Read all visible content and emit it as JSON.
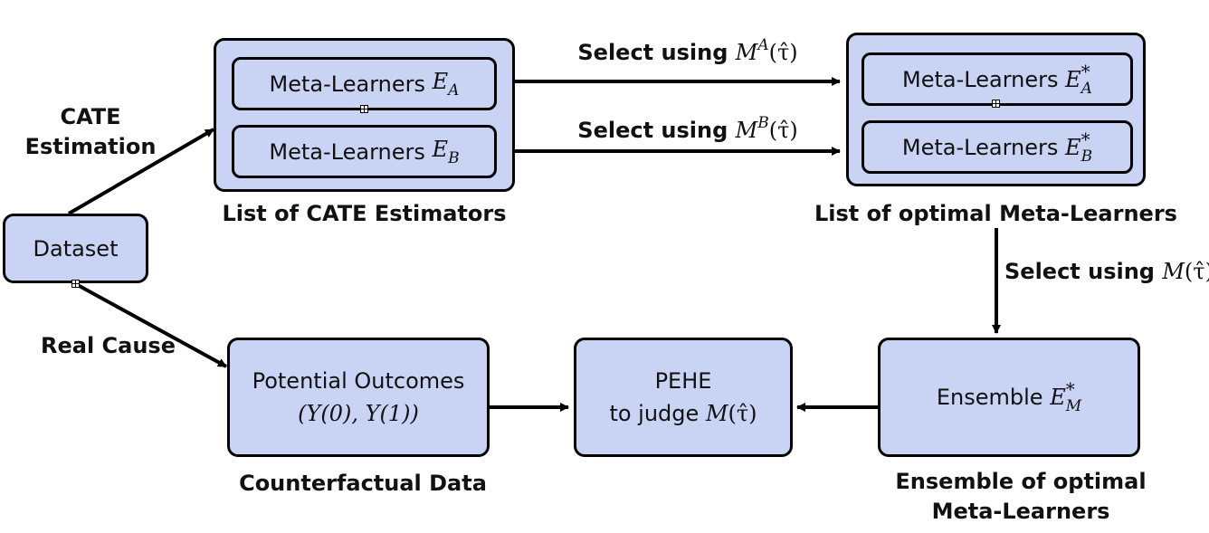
{
  "nodes": {
    "dataset": "Dataset",
    "estimators": {
      "a": "Meta-Learners",
      "b": "Meta-Learners",
      "label": "List of CATE Estimators"
    },
    "optimal": {
      "a": "Meta-Learners",
      "b": "Meta-Learners",
      "label": "List of optimal Meta-Learners"
    },
    "potential": {
      "line1": "Potential Outcomes",
      "line2": "(Y(0), Y(1))",
      "label": "Counterfactual Data"
    },
    "pehe": {
      "line1": "PEHE",
      "line2": "to judge"
    },
    "ensemble": {
      "text": "Ensemble",
      "label_line1": "Ensemble of optimal",
      "label_line2": "Meta-Learners"
    }
  },
  "math": {
    "E": "E",
    "A": "A",
    "B": "B",
    "M": "M",
    "star": "*",
    "tau": "(τ̂)"
  },
  "edges": {
    "cate_line1": "CATE",
    "cate_line2": "Estimation",
    "real_cause": "Real Cause",
    "select": "Select using"
  },
  "colors": {
    "node_fill": "#c9d4f5",
    "stroke": "#000000"
  }
}
